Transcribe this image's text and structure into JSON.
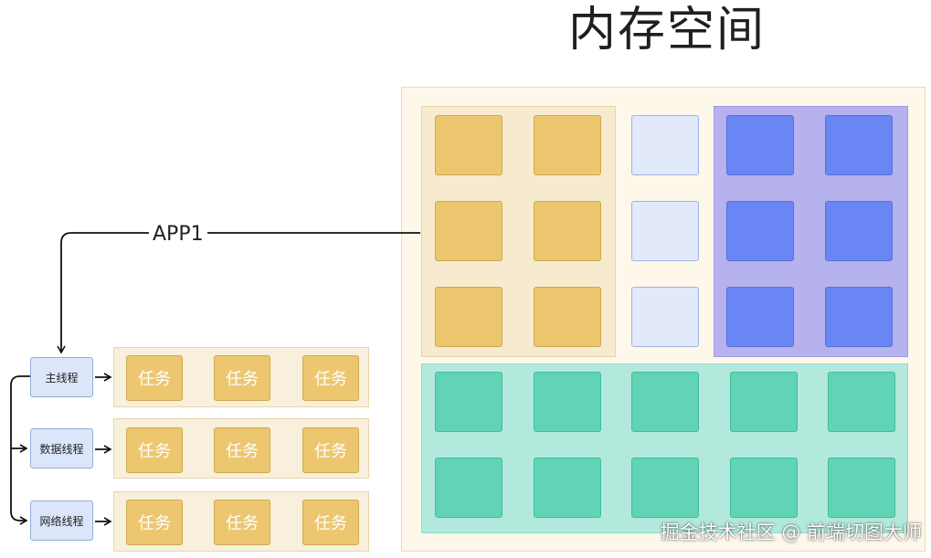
{
  "title": "内存空间",
  "app_label": "APP1",
  "threads": [
    {
      "label": "主线程",
      "tasks": [
        "任务",
        "任务",
        "任务"
      ]
    },
    {
      "label": "数据线程",
      "tasks": [
        "任务",
        "任务",
        "任务"
      ]
    },
    {
      "label": "网络线程",
      "tasks": [
        "任务",
        "任务",
        "任务"
      ]
    }
  ],
  "watermark": "掘金技术社区 @ 前端切图大师",
  "colors": {
    "app1_block": "#edc76f",
    "free_block": "#e1e9fb",
    "other_app_block": "#6a86f4",
    "shared_block": "#61d4b6"
  }
}
